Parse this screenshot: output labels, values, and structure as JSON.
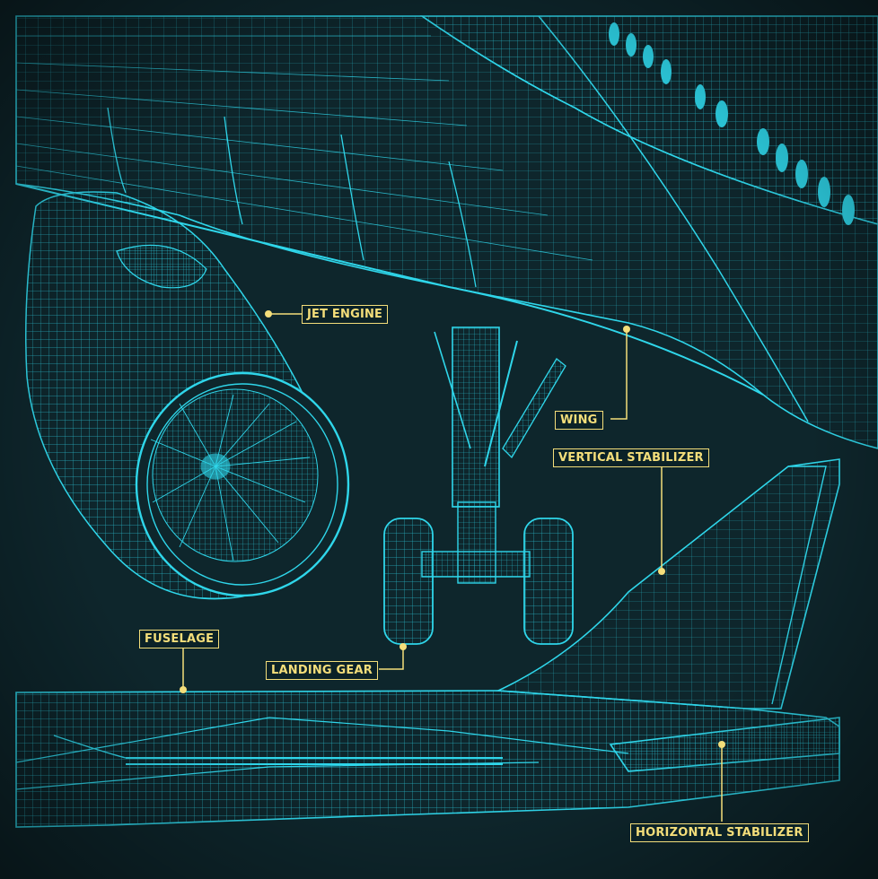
{
  "colors": {
    "background": "#0b1f24",
    "wireframe": "#2fd6ea",
    "callout": "#f4de7a"
  },
  "labels": {
    "jet_engine": "JET ENGINE",
    "wing": "WING",
    "vertical_stabilizer": "VERTICAL STABILIZER",
    "fuselage": "FUSELAGE",
    "landing_gear": "LANDING GEAR",
    "horizontal_stabilizer": "HORIZONTAL STABILIZER"
  }
}
